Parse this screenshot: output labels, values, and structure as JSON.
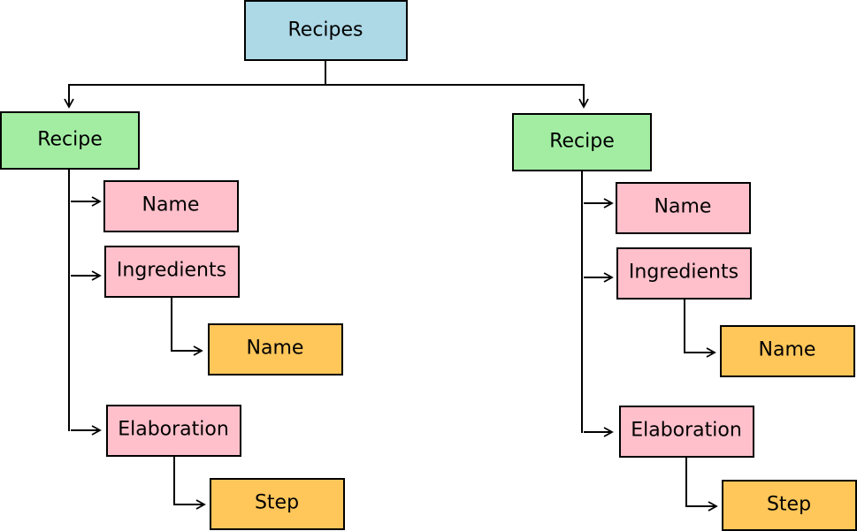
{
  "diagram": {
    "colors": {
      "root_fill": "#add8e6",
      "recipe_fill": "#a3eda3",
      "field_fill": "#ffc0cb",
      "leaf_fill": "#ffc65a",
      "line": "#000000"
    },
    "root": {
      "label": "Recipes"
    },
    "left_recipe": {
      "label": "Recipe",
      "name": "Name",
      "ingredients": "Ingredients",
      "ingredients_name": "Name",
      "elaboration": "Elaboration",
      "elaboration_step": "Step"
    },
    "right_recipe": {
      "label": "Recipe",
      "name": "Name",
      "ingredients": "Ingredients",
      "ingredients_name": "Name",
      "elaboration": "Elaboration",
      "elaboration_step": "Step"
    }
  }
}
